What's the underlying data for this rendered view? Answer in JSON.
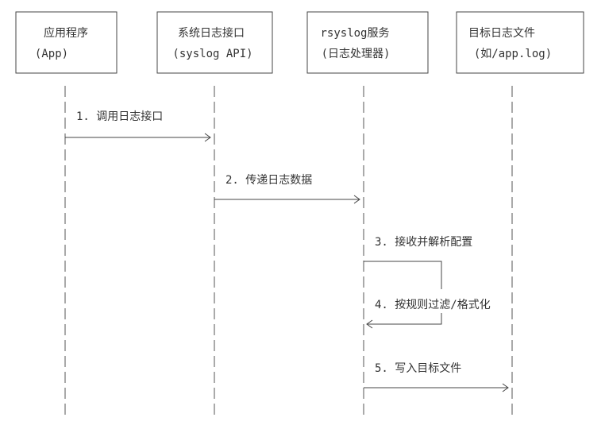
{
  "participants": [
    {
      "id": "app",
      "name": "应用程序",
      "subtitle": "(App)"
    },
    {
      "id": "syslog_api",
      "name": "系统日志接口",
      "subtitle": "(syslog API)"
    },
    {
      "id": "rsyslog",
      "name": "rsyslog服务",
      "subtitle": "(日志处理器)"
    },
    {
      "id": "file",
      "name": "目标日志文件",
      "subtitle": "(如/app.log)"
    }
  ],
  "messages": [
    {
      "step": "1",
      "label": "1. 调用日志接口",
      "from": "app",
      "to": "syslog_api",
      "kind": "forward"
    },
    {
      "step": "2",
      "label": "2. 传递日志数据",
      "from": "syslog_api",
      "to": "rsyslog",
      "kind": "forward"
    },
    {
      "step": "3",
      "label": "3. 接收并解析配置",
      "from": "rsyslog",
      "to": "rsyslog",
      "kind": "self-out"
    },
    {
      "step": "4",
      "label": "4. 按规则过滤/格式化",
      "from": "rsyslog",
      "to": "rsyslog",
      "kind": "self-return"
    },
    {
      "step": "5",
      "label": "5. 写入目标文件",
      "from": "rsyslog",
      "to": "file",
      "kind": "forward"
    }
  ]
}
